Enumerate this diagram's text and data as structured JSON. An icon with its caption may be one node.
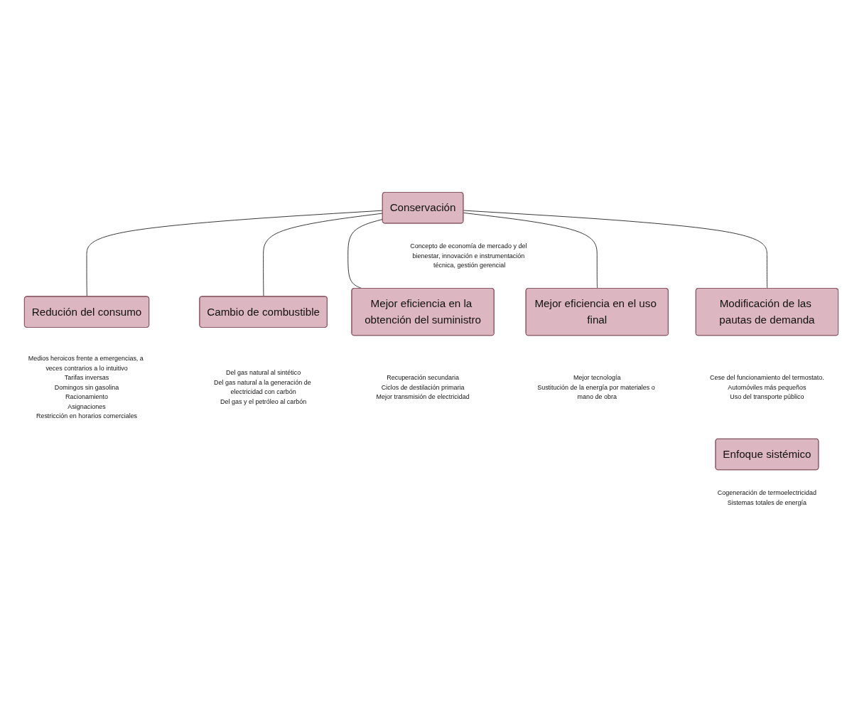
{
  "diagram": {
    "nodes": [
      {
        "text": [
          "Redución del consumo"
        ],
        "beside": [
          "Medios heroicos frente a emergencias, a veces contrarios a lo intuitivo",
          "Tarifas inversas",
          "Domingos sin gasolina",
          "Racionamiento",
          "Asignaciones",
          "Restricción en horarios comerciales"
        ]
      },
      {
        "text": [
          "Conservación"
        ],
        "beside": [
          "Concepto de economía de mercado y del bienestar, innovación e instrumentación técnica, gestión gerencial"
        ]
      },
      {
        "text": [
          "Cambio de combustible"
        ],
        "beside": [
          "Del gas natural al sintético",
          "Del gas natural a la generación de electricidad con carbón",
          "Del gas y el petróleo al carbón"
        ]
      },
      {
        "text": [
          "Mejor eficiencia en la obtención del suministro"
        ],
        "beside": [
          "Recuperación secundaria",
          "Ciclos de destilación primaria",
          "Mejor transmisión de electricidad"
        ]
      },
      {
        "text": [
          "Mejor eficiencia en el uso final"
        ],
        "beside": [
          "Mejor tecnología",
          "Sustitución de la energía por materiales o mano de obra"
        ]
      },
      {
        "text": [
          "Modificación de las pautas de demanda"
        ],
        "beside": [
          "Cese del funcionamiento del termostato.",
          "Automóviles más pequeños",
          "Uso del transporte público"
        ]
      },
      {
        "text": [
          "Enfoque sistémico"
        ],
        "beside": [
          "Cogeneración de termoelectricidad",
          "Sistemas totales de energía"
        ]
      }
    ],
    "edges": [
      {
        "from": 1,
        "to": 0,
        "arrow": "none"
      },
      {
        "from": 1,
        "to": 2,
        "arrow": "none"
      },
      {
        "from": 1,
        "to": 3,
        "arrow": "none"
      },
      {
        "from": 1,
        "to": 4,
        "arrow": "none"
      },
      {
        "from": 1,
        "to": 5,
        "arrow": "none"
      }
    ]
  }
}
